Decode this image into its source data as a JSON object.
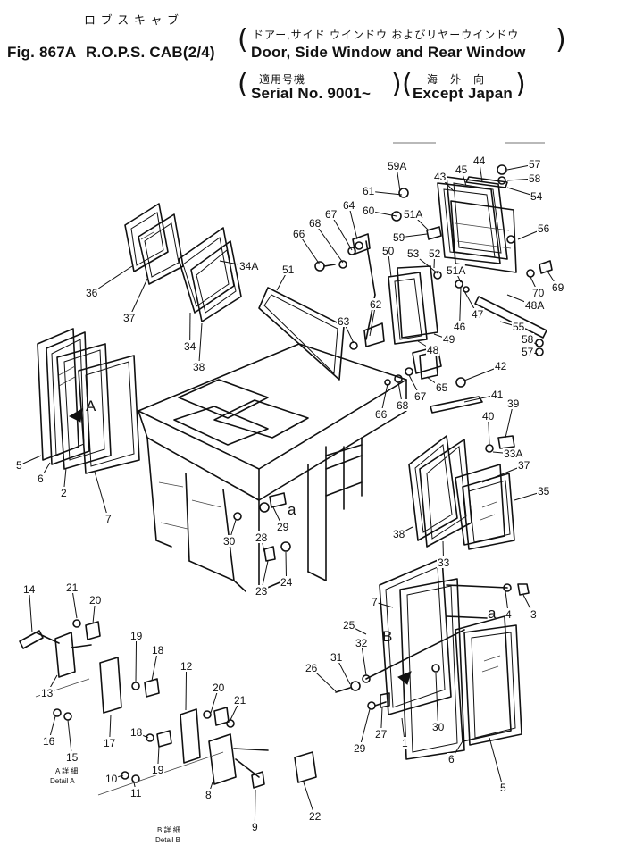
{
  "header": {
    "title_jp": "ロ ブ ス キ ャ ブ",
    "fig_code": "Fig. 867A",
    "title_en": "R.O.P.S. CAB(2/4)",
    "section_jp": "ドアー,サイド ウインドウ およびリヤーウインドウ",
    "section_en": "Door, Side Window and Rear Window",
    "serial_jp": "適用号機",
    "serial_en": "Serial No. 9001~",
    "market_jp": "海　外　向",
    "market_en": "Except Japan"
  },
  "details": {
    "a_jp": "A 詳 細",
    "a_en": "Detail A",
    "b_jp": "B 詳 細",
    "b_en": "Detail B",
    "view_a": "A",
    "view_b": "B",
    "arrow_a": "a"
  },
  "part_labels": [
    "1",
    "2",
    "3",
    "4",
    "5",
    "6",
    "7",
    "8",
    "9",
    "10",
    "11",
    "12",
    "13",
    "14",
    "15",
    "16",
    "17",
    "18",
    "19",
    "20",
    "21",
    "22",
    "23",
    "24",
    "25",
    "26",
    "27",
    "28",
    "29",
    "30",
    "31",
    "32",
    "33",
    "33A",
    "34",
    "34A",
    "35",
    "36",
    "37",
    "38",
    "39",
    "40",
    "41",
    "42",
    "43",
    "44",
    "45",
    "46",
    "47",
    "48",
    "48A",
    "49",
    "50",
    "51",
    "51A",
    "52",
    "53",
    "54",
    "55",
    "56",
    "57",
    "58",
    "59",
    "59A",
    "60",
    "61",
    "62",
    "63",
    "64",
    "65",
    "66",
    "67",
    "68",
    "69",
    "70"
  ]
}
